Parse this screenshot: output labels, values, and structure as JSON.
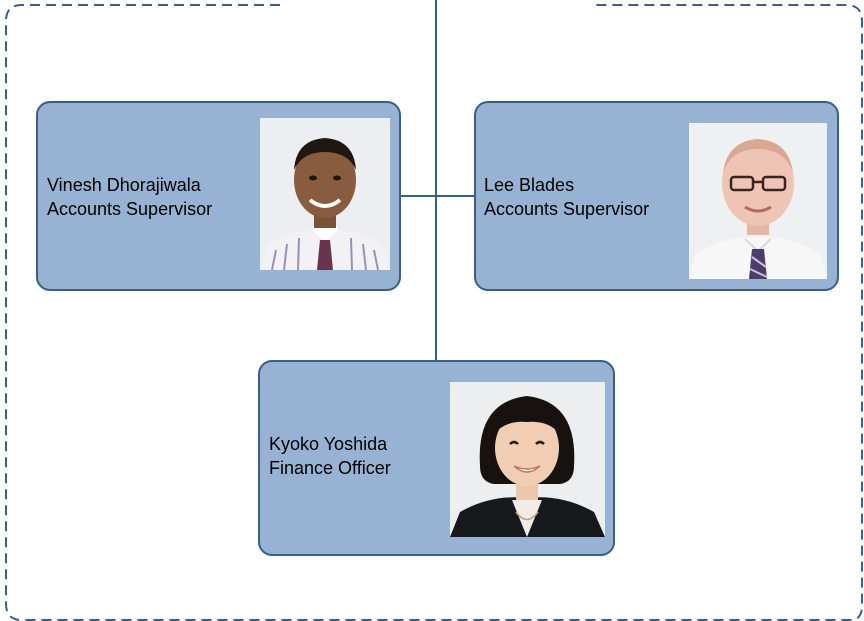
{
  "org_chart": {
    "colors": {
      "card_fill": "#98b2d4",
      "card_border": "#3b5f84",
      "connector": "#3b5f84",
      "frame_dash": "#3b5f84"
    },
    "people": [
      {
        "name": "Vinesh Dhorajiwala",
        "role": "Accounts Supervisor",
        "photo_icon": "person-photo-man-shaved-head-striped-shirt-icon"
      },
      {
        "name": "Lee Blades",
        "role": "Accounts Supervisor",
        "photo_icon": "person-photo-man-glasses-white-shirt-icon"
      },
      {
        "name": "Kyoko Yoshida",
        "role": "Finance Officer",
        "photo_icon": "person-photo-woman-dark-bob-hair-icon"
      }
    ]
  }
}
